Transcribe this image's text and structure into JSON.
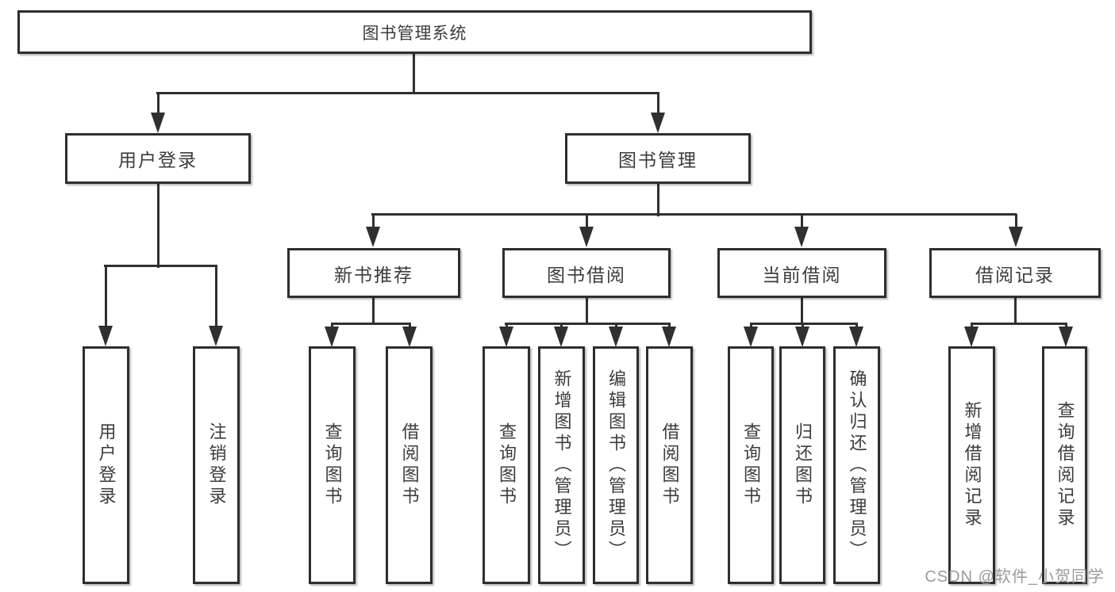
{
  "title": "图书管理系统",
  "watermark": "CSDN @软件_小贺同学",
  "colors": {
    "line": "#303030",
    "box_border": "#2e2e2e",
    "box_fill": "#ffffff",
    "text": "#3c3c3c",
    "watermark": "#9b9b9b"
  },
  "nodes": [
    {
      "id": "root",
      "label": "图书管理系统",
      "level": 1,
      "text_direction": "horizontal",
      "parent": null
    },
    {
      "id": "user-login",
      "label": "用户登录",
      "level": 2,
      "text_direction": "horizontal",
      "parent": "root"
    },
    {
      "id": "book-management",
      "label": "图书管理",
      "level": 2,
      "text_direction": "horizontal",
      "parent": "root"
    },
    {
      "id": "new-book-recommend",
      "label": "新书推荐",
      "level": 3,
      "text_direction": "horizontal",
      "parent": "book-management"
    },
    {
      "id": "book-borrow",
      "label": "图书借阅",
      "level": 3,
      "text_direction": "horizontal",
      "parent": "book-management"
    },
    {
      "id": "current-borrow",
      "label": "当前借阅",
      "level": 3,
      "text_direction": "horizontal",
      "parent": "book-management"
    },
    {
      "id": "borrow-records",
      "label": "借阅记录",
      "level": 3,
      "text_direction": "horizontal",
      "parent": "book-management"
    },
    {
      "id": "leaf-user-login",
      "label": "用户登录",
      "level": 4,
      "text_direction": "vertical",
      "parent": "user-login"
    },
    {
      "id": "leaf-logout",
      "label": "注销登录",
      "level": 4,
      "text_direction": "vertical",
      "parent": "user-login"
    },
    {
      "id": "leaf-newrec-query-books",
      "label": "查询图书",
      "level": 4,
      "text_direction": "vertical",
      "parent": "new-book-recommend"
    },
    {
      "id": "leaf-newrec-borrow-books",
      "label": "借阅图书",
      "level": 4,
      "text_direction": "vertical",
      "parent": "new-book-recommend"
    },
    {
      "id": "leaf-borrow-query-books",
      "label": "查询图书",
      "level": 4,
      "text_direction": "vertical",
      "parent": "book-borrow"
    },
    {
      "id": "leaf-borrow-add-books-admin",
      "label": "新增图书（管理员）",
      "level": 4,
      "text_direction": "vertical",
      "parent": "book-borrow"
    },
    {
      "id": "leaf-borrow-edit-books-admin",
      "label": "编辑图书（管理员）",
      "level": 4,
      "text_direction": "vertical",
      "parent": "book-borrow"
    },
    {
      "id": "leaf-borrow-borrow-books",
      "label": "借阅图书",
      "level": 4,
      "text_direction": "vertical",
      "parent": "book-borrow"
    },
    {
      "id": "leaf-current-query-books",
      "label": "查询图书",
      "level": 4,
      "text_direction": "vertical",
      "parent": "current-borrow"
    },
    {
      "id": "leaf-current-return-books",
      "label": "归还图书",
      "level": 4,
      "text_direction": "vertical",
      "parent": "current-borrow"
    },
    {
      "id": "leaf-current-confirm-return-admin",
      "label": "确认归还（管理员）",
      "level": 4,
      "text_direction": "vertical",
      "parent": "current-borrow"
    },
    {
      "id": "leaf-records-add-record",
      "label": "新增借阅记录",
      "level": 4,
      "text_direction": "vertical",
      "parent": "borrow-records"
    },
    {
      "id": "leaf-records-query-record",
      "label": "查询借阅记录",
      "level": 4,
      "text_direction": "vertical",
      "parent": "borrow-records"
    }
  ]
}
